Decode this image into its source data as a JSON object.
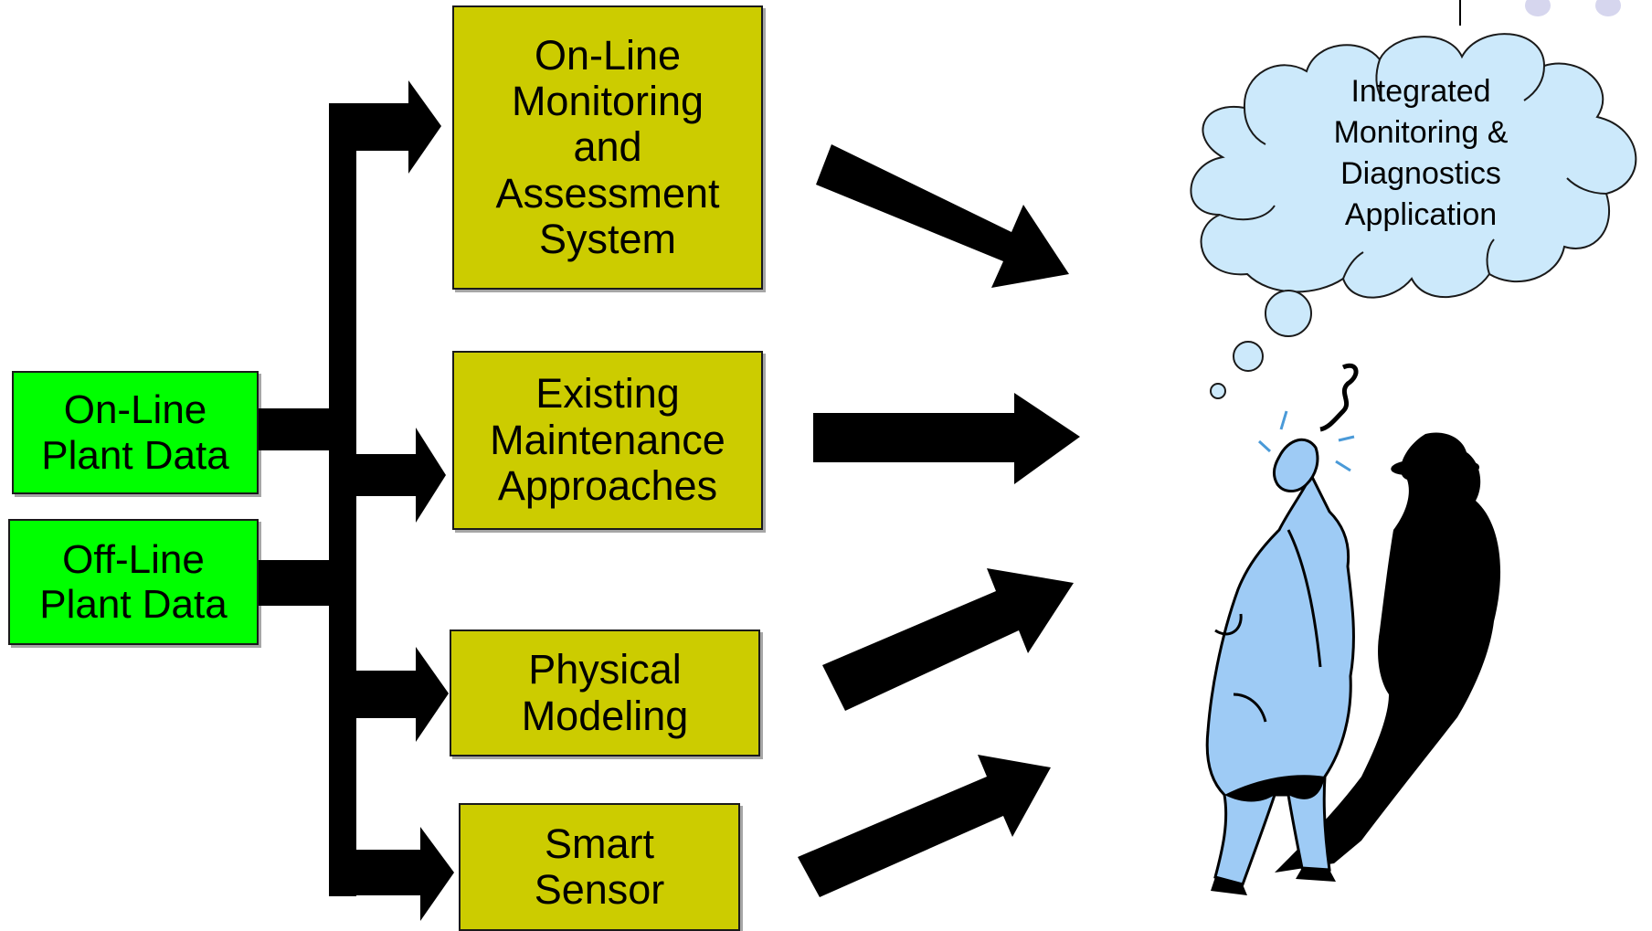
{
  "inputs": [
    {
      "lines": [
        "On-Line",
        "Plant Data"
      ]
    },
    {
      "lines": [
        "Off-Line",
        "Plant Data"
      ]
    }
  ],
  "components": [
    {
      "lines": [
        "On-Line",
        "Monitoring",
        "and",
        "Assessment",
        "System"
      ]
    },
    {
      "lines": [
        "Existing",
        "Maintenance",
        "Approaches"
      ]
    },
    {
      "lines": [
        "Physical",
        "Modeling"
      ]
    },
    {
      "lines": [
        "Smart",
        "Sensor"
      ]
    }
  ],
  "thought_cloud": {
    "lines": [
      "Integrated",
      "Monitoring &",
      "Diagnostics",
      "Application"
    ]
  },
  "colors": {
    "input_fill": "#00ff00",
    "component_fill": "#cccc00",
    "cloud_fill": "#cce9fb",
    "cloud_stroke": "#1a1a1a",
    "arrow_fill": "#000000",
    "figure_fill": "#9ecbf5",
    "shadow_fill": "#000000",
    "accent_dots": "#d6d6ee"
  },
  "icons": [
    "thinking-person-icon",
    "person-shadow-icon",
    "thought-cloud-icon"
  ]
}
